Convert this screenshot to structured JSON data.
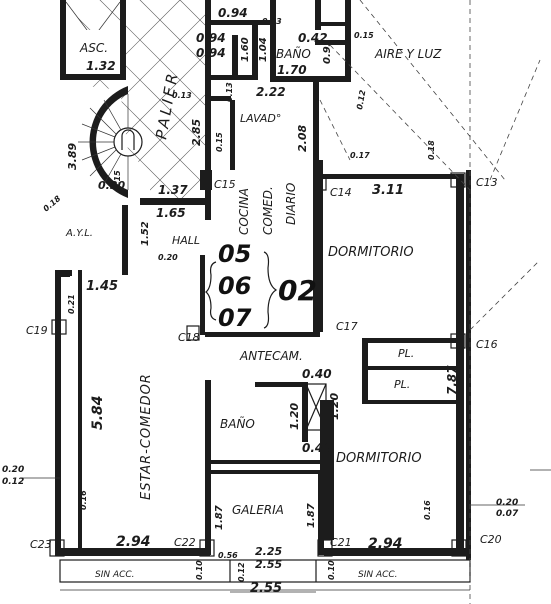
{
  "rooms": {
    "asc": "ASC.",
    "palier": "PALIER",
    "bano_top": "BAÑO",
    "aire_luz": "AIRE Y LUZ",
    "lavadero": "LAVAD°",
    "cocina": "COCINA",
    "comedor_diario": "COMED.",
    "diario": "DIARIO",
    "dormitorio_1": "DORMITORIO",
    "hall": "HALL",
    "ayl": "A.Y.L.",
    "estar_comedor": "ESTAR-COMEDOR",
    "antecam": "ANTECAM.",
    "placard_1": "PL.",
    "placard_2": "PL.",
    "bano": "BAÑO",
    "dormitorio_2": "DORMITORIO",
    "galeria": "GALERIA",
    "sin_acc_left": "SIN ACC.",
    "sin_acc_right": "SIN ACC."
  },
  "unit_numbers": [
    "05",
    "06",
    "07"
  ],
  "unit_code": "02",
  "columns": [
    "C13",
    "C14",
    "C15",
    "C16",
    "C17",
    "C18",
    "C19",
    "C20",
    "C21",
    "C22",
    "C23"
  ],
  "dimensions": {
    "d_094a": "0.94",
    "d_013a": "0.13",
    "d_094b": "0.94",
    "d_094c": "0.94",
    "d_160": "1.60",
    "d_104": "1.04",
    "d_042": "0.42",
    "d_015a": "0.15",
    "d_093": "0.93",
    "d_170": "1.70",
    "d_132": "1.32",
    "d_012a": "0.12",
    "d_222": "2.22",
    "d_013b": "0.13",
    "d_013c": "0.13",
    "d_285": "2.85",
    "d_389": "3.89",
    "d_015b": "0.15",
    "d_015c": "0.15",
    "d_208": "2.08",
    "d_017": "0.17",
    "d_018a": "0.18",
    "d_030": "0.30",
    "d_137": "1.37",
    "d_311": "3.11",
    "d_018b": "0.18",
    "d_165": "1.65",
    "d_152": "1.52",
    "d_020a": "0.20",
    "d_145": "1.45",
    "d_021": "0.21",
    "d_584": "5.84",
    "d_040": "0.40",
    "d_120a": "1.20",
    "d_120b": "1.20",
    "d_0410": "0.40",
    "d_787": "7.87",
    "d_020b": "0.20",
    "d_012b": "0.12",
    "d_016a": "0.16",
    "d_016b": "0.16",
    "d_187a": "1.87",
    "d_187b": "1.87",
    "d_020c": "0.20",
    "d_007": "0.07",
    "d_294a": "2.94",
    "d_294b": "2.94",
    "d_225": "2.25",
    "d_255a": "2.55",
    "d_255b": "2.55",
    "d_010a": "0.10",
    "d_010b": "0.10",
    "d_012c": "0.12",
    "d_056": "0.56"
  }
}
